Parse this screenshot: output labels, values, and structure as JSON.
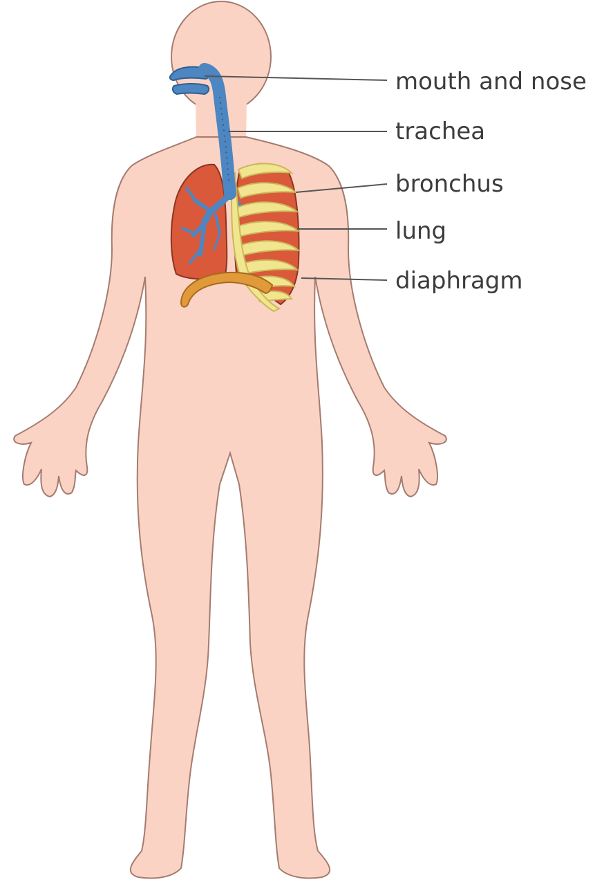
{
  "labels": {
    "mouth_and_nose": "mouth and nose",
    "trachea": "trachea",
    "bronchus": "bronchus",
    "lung": "lung",
    "diaphragm": "diaphragm"
  },
  "colors": {
    "skin": "#fbd3c4",
    "outline": "#a47c70",
    "airway": "#4d86c1",
    "lung": "#d9593a",
    "rib": "#f2e58f",
    "diaphragm": "#e19a3a",
    "leader_line": "#555555"
  }
}
